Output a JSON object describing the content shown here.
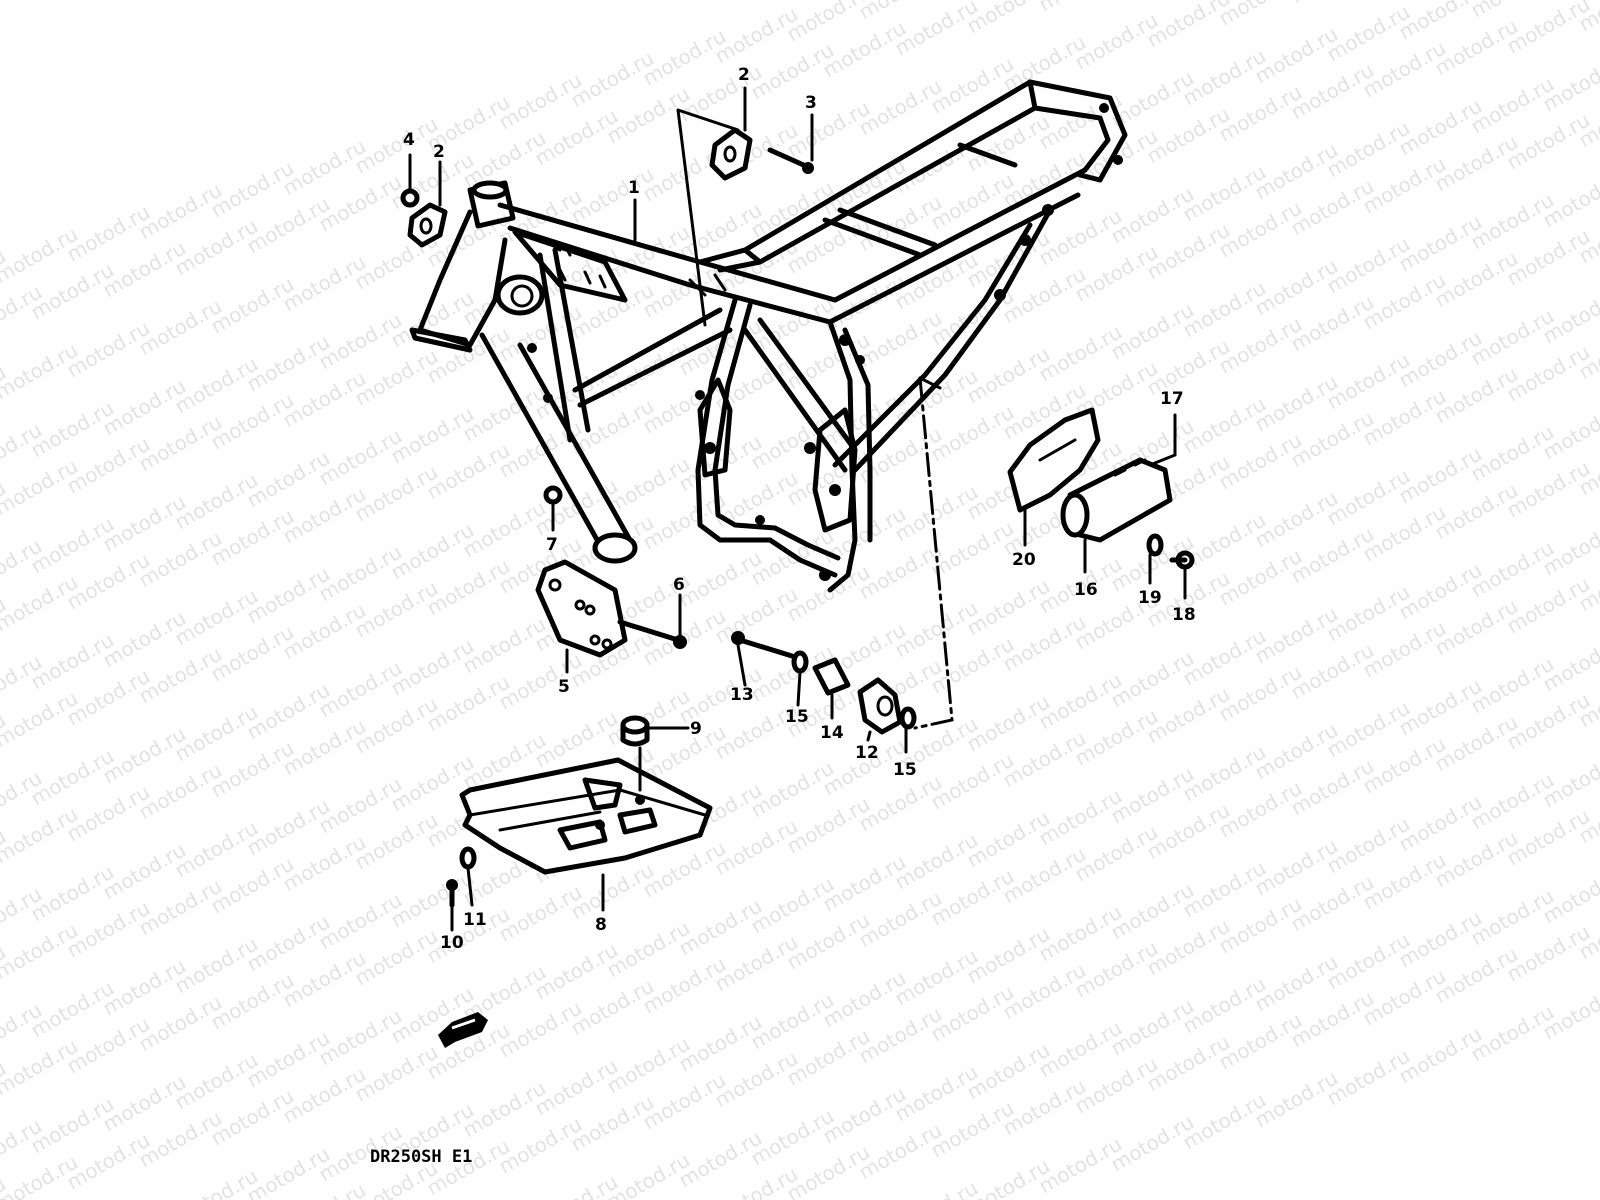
{
  "watermark": "motod.ru",
  "model_code": "DR250SH E1",
  "callouts": [
    "1",
    "2",
    "2",
    "3",
    "4",
    "5",
    "6",
    "7",
    "8",
    "9",
    "10",
    "11",
    "12",
    "13",
    "14",
    "15",
    "15",
    "16",
    "17",
    "18",
    "19",
    "20"
  ],
  "colors": {
    "ink": "#000000",
    "paper": "#ffffff",
    "watermark": "#cccccc"
  }
}
